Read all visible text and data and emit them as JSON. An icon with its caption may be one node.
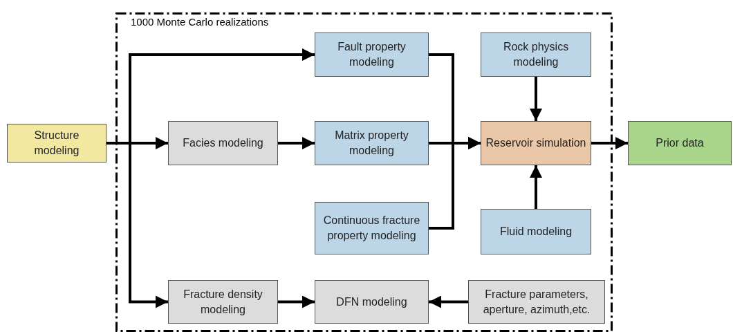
{
  "diagram": {
    "nodes": [
      {
        "text": [
          "1000 Monte Carlo realizations"
        ]
      },
      {
        "text": [
          "Structure modeling"
        ]
      },
      {
        "text": [
          "Facies modeling"
        ],
        "in": 0
      },
      {
        "text": [
          "Fault property modeling"
        ],
        "in": 0
      },
      {
        "text": [
          "Matrix property modeling"
        ],
        "in": 0
      },
      {
        "text": [
          "Continuous fracture property modeling"
        ],
        "in": 0
      },
      {
        "text": [
          "Rock physics modeling"
        ],
        "in": 0
      },
      {
        "text": [
          "Reservoir simulation"
        ],
        "in": 0
      },
      {
        "text": [
          "Fluid modeling"
        ],
        "in": 0
      },
      {
        "text": [
          "Prior data"
        ]
      },
      {
        "text": [
          "Fracture density modeling"
        ],
        "in": 0
      },
      {
        "text": [
          "DFN modeling"
        ],
        "in": 0
      },
      {
        "text": [
          "Fracture parameters, aperture, azimuth,etc."
        ],
        "in": 0
      }
    ],
    "edges": [
      {
        "from": 1,
        "to": 3,
        "arrow": "to"
      },
      {
        "from": 1,
        "to": 2,
        "arrow": "to"
      },
      {
        "from": 1,
        "to": 10,
        "arrow": "to"
      },
      {
        "from": 2,
        "to": 4,
        "arrow": "to"
      },
      {
        "from": 3,
        "to": 7,
        "arrow": "to"
      },
      {
        "from": 4,
        "to": 7,
        "arrow": "to"
      },
      {
        "from": 5,
        "to": 7,
        "arrow": "to"
      },
      {
        "from": 6,
        "to": 7,
        "arrow": "to"
      },
      {
        "from": 8,
        "to": 7,
        "arrow": "to"
      },
      {
        "from": 7,
        "to": 9,
        "arrow": "to"
      },
      {
        "from": 10,
        "to": 11,
        "arrow": "to"
      },
      {
        "from": 12,
        "to": 11,
        "arrow": "to"
      }
    ]
  }
}
